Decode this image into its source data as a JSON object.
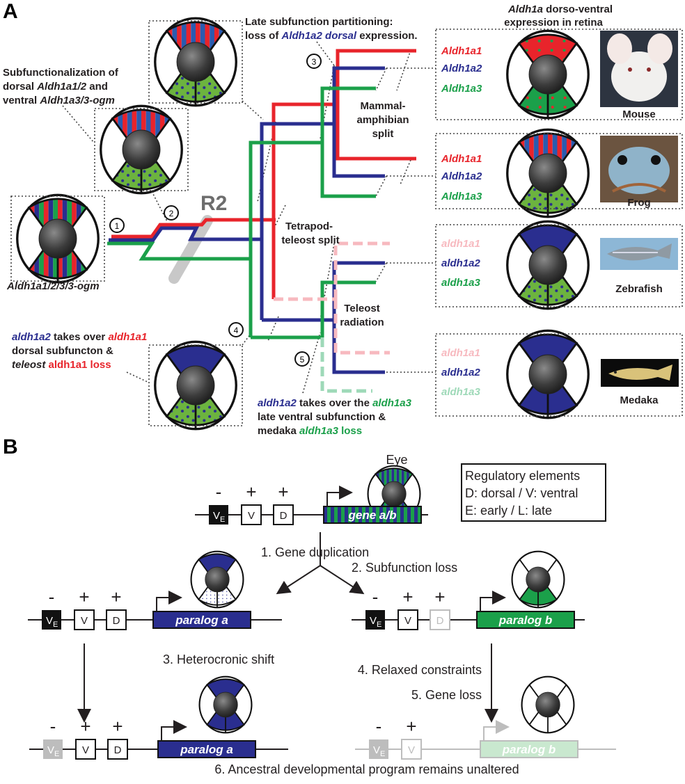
{
  "colors": {
    "red": "#e8242b",
    "blue": "#2a2e8f",
    "green": "#1ba04a",
    "light_green": "#6cb33f",
    "pink": "#f7b9bf",
    "mint": "#9ed9b8",
    "grey": "#bdbdbd",
    "text": "#231f20"
  },
  "panel_a": {
    "label": "A",
    "ancestral_label": "Aldh1a1/2/3/3-ogm",
    "subfunc_title": [
      "Subfunctionalization of",
      "dorsal ",
      "Aldh1a1/2",
      " and",
      "ventral ",
      "Aldh1a3/3-ogm"
    ],
    "late_title_line1": "Late subfunction partitioning:",
    "late_title_line2_pre": "loss of ",
    "late_title_line2_gene": "Aldh1a2 dorsal",
    "late_title_line2_post": " expression.",
    "retina_title_gene": "Aldh1a",
    "retina_title_rest": " dorso-ventral",
    "retina_title_line2": "expression in retina",
    "r2_label": "R2",
    "nodes": [
      "1",
      "2",
      "3",
      "4",
      "5"
    ],
    "split_labels": {
      "mammal_1": "Mammal-",
      "mammal_2": "amphibian",
      "mammal_3": "split",
      "tetrapod_1": "Tetrapod-",
      "tetrapod_2": "teleost split",
      "teleost_1": "Teleost",
      "teleost_2": "radiation"
    },
    "note4": {
      "g1": "aldh1a2",
      "t1": " takes over ",
      "g2": "aldh1a1",
      "line2": "dorsal subfuncton &",
      "line3_it": "teleost ",
      "line3_gene": "aldh1a1 loss"
    },
    "note5": {
      "g1": "aldh1a2",
      "t1": " takes over the ",
      "g2": "aldh1a3",
      "line2": "late ventral subfunction  &",
      "line3_pre": "medaka ",
      "line3_gene": "aldh1a3",
      "line3_post": " loss"
    },
    "species": [
      {
        "name": "Mouse",
        "genes": [
          "Aldh1a1",
          "Aldh1a2",
          "Aldh1a3"
        ],
        "gene_states": [
          "present",
          "present",
          "present"
        ]
      },
      {
        "name": "Frog",
        "genes": [
          "Aldh1a1",
          "Aldh1a2",
          "Aldh1a3"
        ],
        "gene_states": [
          "present",
          "present",
          "present"
        ]
      },
      {
        "name": "Zebrafish",
        "genes": [
          "aldh1a1",
          "aldh1a2",
          "aldh1a3"
        ],
        "gene_states": [
          "lost",
          "present",
          "present"
        ]
      },
      {
        "name": "Medaka",
        "genes": [
          "aldh1a1",
          "aldh1a2",
          "aldh1a3"
        ],
        "gene_states": [
          "lost",
          "present",
          "lost"
        ]
      }
    ]
  },
  "panel_b": {
    "label": "B",
    "eye_label": "Eye",
    "legend": [
      "Regulatory elements",
      "D: dorsal / V: ventral",
      "E: early / L: late"
    ],
    "elements": {
      "ve": "V",
      "ve_sub": "E",
      "v": "V",
      "d": "D"
    },
    "signs": {
      "minus": "-",
      "plus": "+"
    },
    "gene_ancestral": "gene a/b",
    "paralog_a": "paralog a",
    "paralog_b": "paralog b",
    "steps": [
      "1. Gene duplication",
      "2. Subfunction loss",
      "3. Heterocronic shift",
      "4. Relaxed constraints",
      "5. Gene loss",
      "6. Ancestral developmental program remains unaltered"
    ]
  }
}
